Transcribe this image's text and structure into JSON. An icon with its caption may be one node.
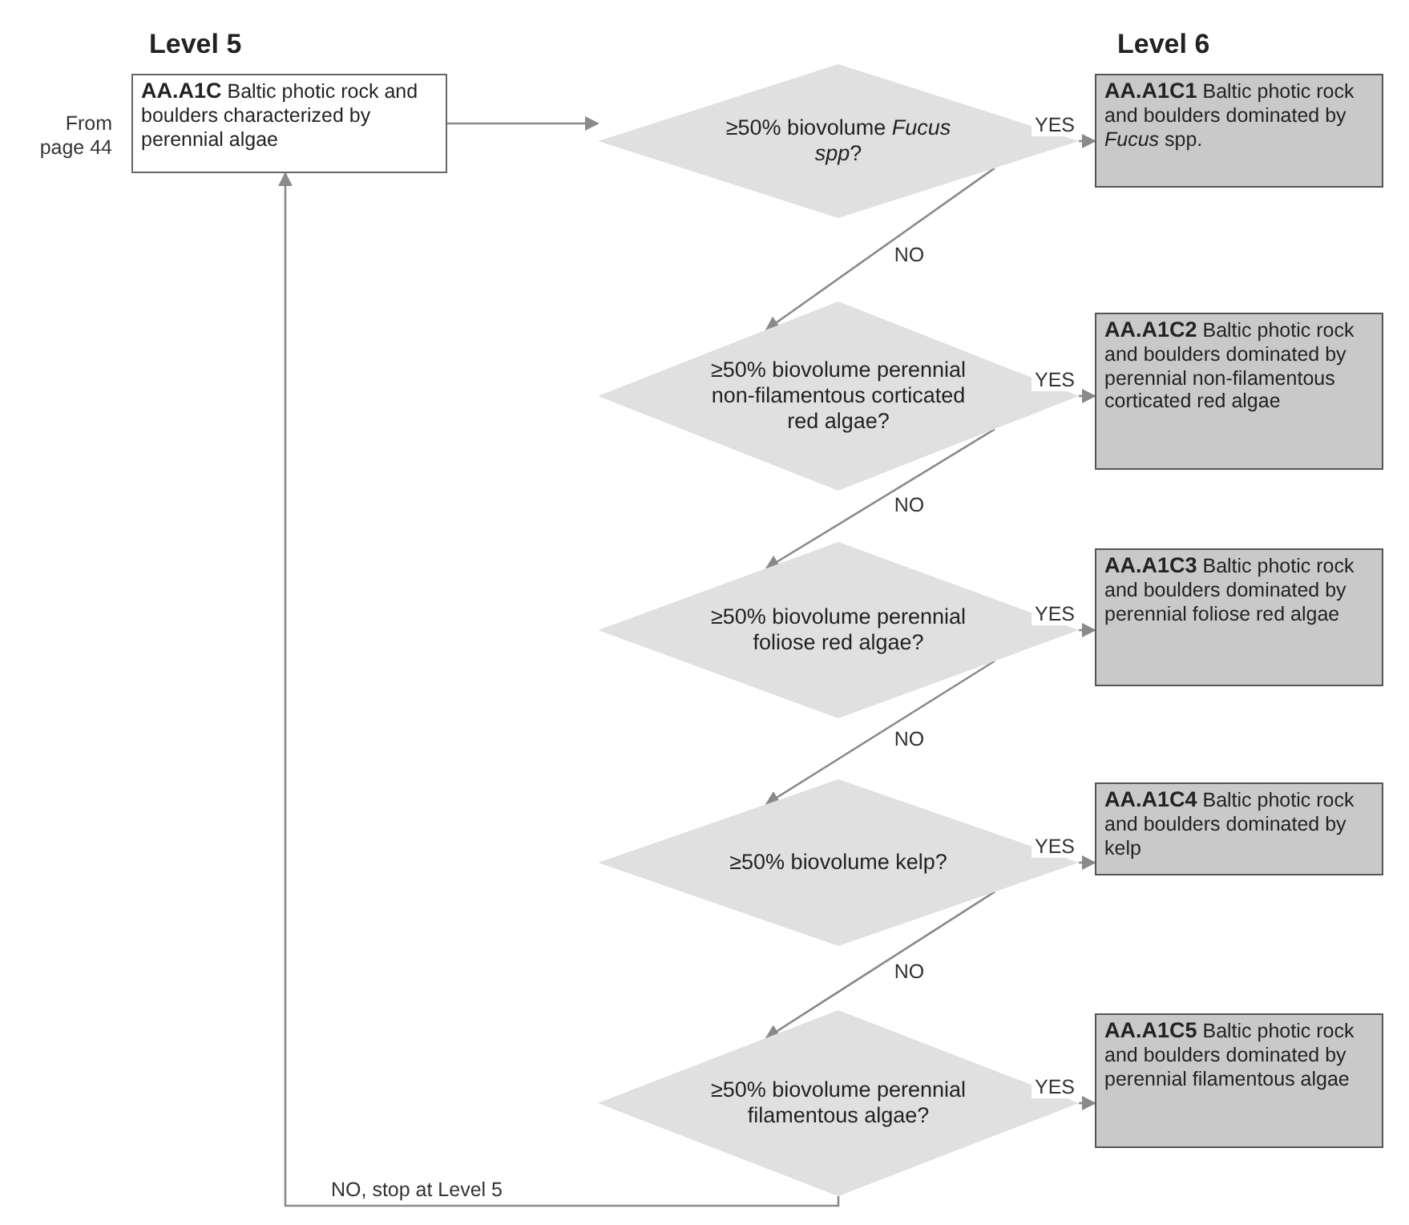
{
  "diagram": {
    "nodes": [
      {
        "text": [
          "**AA.A1C** Baltic photic rock and boulders characterized by perennial algae"
        ]
      },
      {
        "text": [
          "≥50% biovolume *Fucus spp*?"
        ]
      },
      {
        "text": [
          "**AA.A1C1** Baltic photic rock and boulders dominated by *Fucus* spp."
        ]
      },
      {
        "text": [
          "≥50% biovolume perennial non-filamentous corticated red algae?"
        ]
      },
      {
        "text": [
          "**AA.A1C2** Baltic photic rock and boulders dominated by perennial non-filamentous corticated red algae"
        ]
      },
      {
        "text": [
          "≥50% biovolume perennial foliose red algae?"
        ]
      },
      {
        "text": [
          "**AA.A1C3** Baltic photic rock and boulders dominated by perennial foliose red algae"
        ]
      },
      {
        "text": [
          "≥50% biovolume kelp?"
        ]
      },
      {
        "text": [
          "**AA.A1C4** Baltic photic rock and boulders dominated by kelp"
        ]
      },
      {
        "text": [
          "≥50% biovolume perennial filamentous algae?"
        ]
      },
      {
        "text": [
          "**AA.A1C5** Baltic photic rock and boulders dominated by  perennial filamentous algae"
        ]
      }
    ],
    "edges": [
      {
        "from": 0,
        "to": 1,
        "arrow": "to"
      },
      {
        "from": 1,
        "to": 2,
        "arrow": "to",
        "label": "YES"
      },
      {
        "from": 1,
        "to": 3,
        "arrow": "to",
        "label": "NO"
      },
      {
        "from": 3,
        "to": 4,
        "arrow": "to",
        "label": "YES"
      },
      {
        "from": 3,
        "to": 5,
        "arrow": "to",
        "label": "NO"
      },
      {
        "from": 5,
        "to": 6,
        "arrow": "to",
        "label": "YES"
      },
      {
        "from": 5,
        "to": 7,
        "arrow": "to",
        "label": "NO"
      },
      {
        "from": 7,
        "to": 8,
        "arrow": "to",
        "label": "YES"
      },
      {
        "from": 7,
        "to": 9,
        "arrow": "to",
        "label": "NO"
      },
      {
        "from": 9,
        "to": 10,
        "arrow": "to",
        "label": "YES"
      },
      {
        "from": 9,
        "to": 0,
        "arrow": "to",
        "label": "NO, stop at Level 5"
      }
    ],
    "labels": [
      "Level 5",
      "Level 6",
      "From page 44"
    ]
  }
}
